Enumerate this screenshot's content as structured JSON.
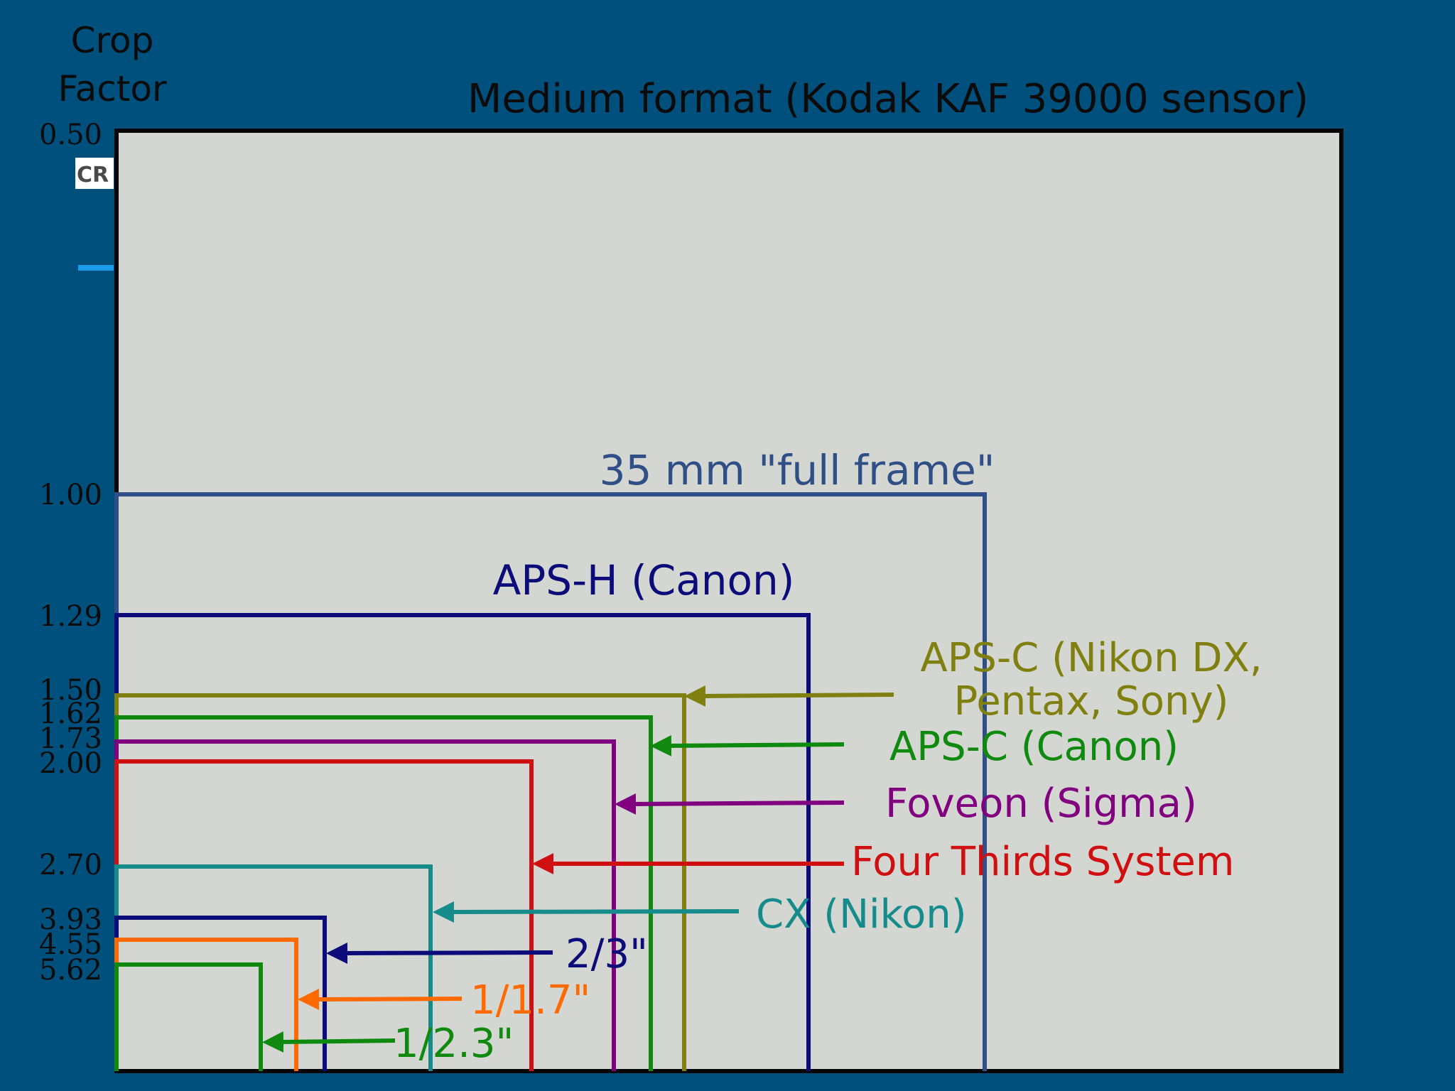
{
  "header": {
    "crop_factor_line1": "Crop",
    "crop_factor_line2": "Factor",
    "outer_title": "Medium format (Kodak KAF 39000 sensor)",
    "badge": "CR"
  },
  "colors": {
    "page_background": "#00507d",
    "panel_fill": "#d4d6d1",
    "accent_dash": "#1a9be8"
  },
  "sensors": [
    {
      "id": "full-frame",
      "crop": "1.00",
      "label": "35 mm \"full frame\"",
      "color": "#2f4f86"
    },
    {
      "id": "aps-h",
      "crop": "1.29",
      "label": "APS-H (Canon)",
      "color": "#0b0b7a"
    },
    {
      "id": "aps-c-nikon",
      "crop": "1.50",
      "label_line1": "APS-C (Nikon DX,",
      "label_line2": "Pentax, Sony)",
      "color": "#808010"
    },
    {
      "id": "aps-c-canon",
      "crop": "1.62",
      "label": "APS-C (Canon)",
      "color": "#0f8a0f"
    },
    {
      "id": "foveon",
      "crop": "1.73",
      "label": "Foveon (Sigma)",
      "color": "#800080"
    },
    {
      "id": "four-thirds",
      "crop": "2.00",
      "label": "Four Thirds System",
      "color": "#d01010"
    },
    {
      "id": "cx-nikon",
      "crop": "2.70",
      "label": "CX (Nikon)",
      "color": "#158b8b"
    },
    {
      "id": "two-thirds",
      "crop": "3.93",
      "label": "2/3\"",
      "color": "#0b0b7a"
    },
    {
      "id": "one-1-7",
      "crop": "4.55",
      "label": "1/1.7\"",
      "color": "#ff6a00"
    },
    {
      "id": "one-2-3",
      "crop": "5.62",
      "label": "1/2.3\"",
      "color": "#0f8a0f"
    }
  ],
  "ticks": [
    "0.50",
    "1.00",
    "1.29",
    "1.50",
    "1.62",
    "1.73",
    "2.00",
    "2.70",
    "3.93",
    "4.55",
    "5.62"
  ]
}
